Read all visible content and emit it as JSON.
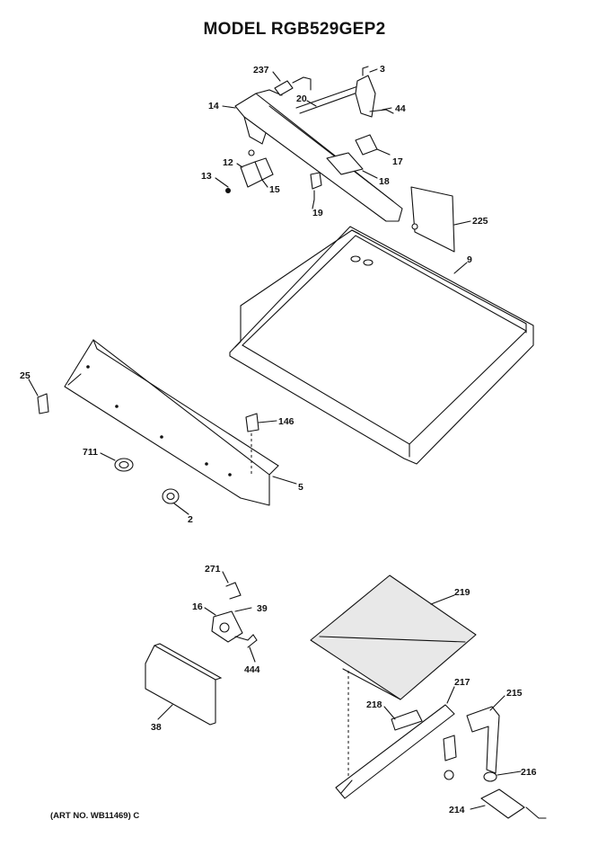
{
  "title": "MODEL RGB529GEP2",
  "art_number": "(ART NO. WB11469) C",
  "part_labels": {
    "p237": "237",
    "p3": "3",
    "p20": "20",
    "p14": "14",
    "p44": "44",
    "p17": "17",
    "p12": "12",
    "p13": "13",
    "p15": "15",
    "p18": "18",
    "p19": "19",
    "p225": "225",
    "p9": "9",
    "p25": "25",
    "p146": "146",
    "p711": "711",
    "p5": "5",
    "p2": "2",
    "p271": "271",
    "p16": "16",
    "p39": "39",
    "p444": "444",
    "p38": "38",
    "p219": "219",
    "p217": "217",
    "p218": "218",
    "p215": "215",
    "p216": "216",
    "p214": "214"
  }
}
